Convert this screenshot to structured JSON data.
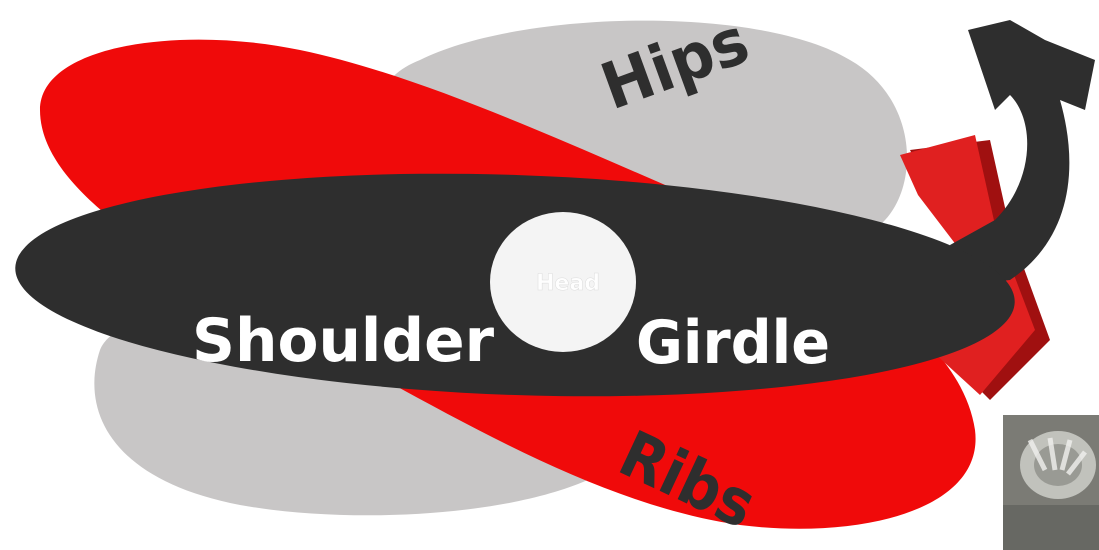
{
  "labels": {
    "hips": "Hips",
    "ribs": "Ribs",
    "shoulder": "Shoulder",
    "girdle": "Girdle",
    "head": "Head"
  },
  "colors": {
    "red": "#f00a0a",
    "gray": "#c8c6c6",
    "dark": "#2e2e2e",
    "white": "#ffffff",
    "head_fill": "#f4f4f4",
    "arrow_red": "#e02020"
  }
}
